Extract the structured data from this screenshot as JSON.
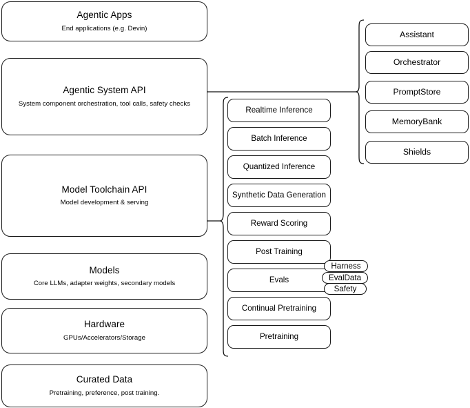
{
  "diagram": {
    "title": "AI stack layers and components",
    "stroke_color": "#111111",
    "background_color": "#ffffff"
  },
  "layers": [
    {
      "name": "agentic-apps",
      "title": "Agentic Apps",
      "subtitle": "End applications (e.g. Devin)"
    },
    {
      "name": "agentic-system-api",
      "title": "Agentic System API",
      "subtitle": "System component orchestration, tool calls, safety checks"
    },
    {
      "name": "model-toolchain-api",
      "title": "Model Toolchain API",
      "subtitle": "Model development & serving"
    },
    {
      "name": "models",
      "title": "Models",
      "subtitle": "Core LLMs, adapter weights, secondary models"
    },
    {
      "name": "hardware",
      "title": "Hardware",
      "subtitle": "GPUs/Accelerators/Storage"
    },
    {
      "name": "curated-data",
      "title": "Curated Data",
      "subtitle": "Pretraining, preference, post training."
    }
  ],
  "toolchain_components": [
    {
      "name": "realtime-inference",
      "label": "Realtime Inference"
    },
    {
      "name": "batch-inference",
      "label": "Batch Inference"
    },
    {
      "name": "quantized-inference",
      "label": "Quantized Inference"
    },
    {
      "name": "synthetic-data-generation",
      "label": "Synthetic Data Generation"
    },
    {
      "name": "reward-scoring",
      "label": "Reward Scoring"
    },
    {
      "name": "post-training",
      "label": "Post Training"
    },
    {
      "name": "evals",
      "label": "Evals"
    },
    {
      "name": "continual-pretraining",
      "label": "Continual Pretraining"
    },
    {
      "name": "pretraining",
      "label": "Pretraining"
    }
  ],
  "system_components": [
    {
      "name": "assistant",
      "label": "Assistant"
    },
    {
      "name": "orchestrator",
      "label": "Orchestrator"
    },
    {
      "name": "promptstore",
      "label": "PromptStore"
    },
    {
      "name": "memorybank",
      "label": "MemoryBank"
    },
    {
      "name": "shields",
      "label": "Shields"
    }
  ],
  "eval_pills": [
    {
      "name": "harness",
      "label": "Harness"
    },
    {
      "name": "evaldata",
      "label": "EvalData"
    },
    {
      "name": "safety",
      "label": "Safety"
    }
  ]
}
